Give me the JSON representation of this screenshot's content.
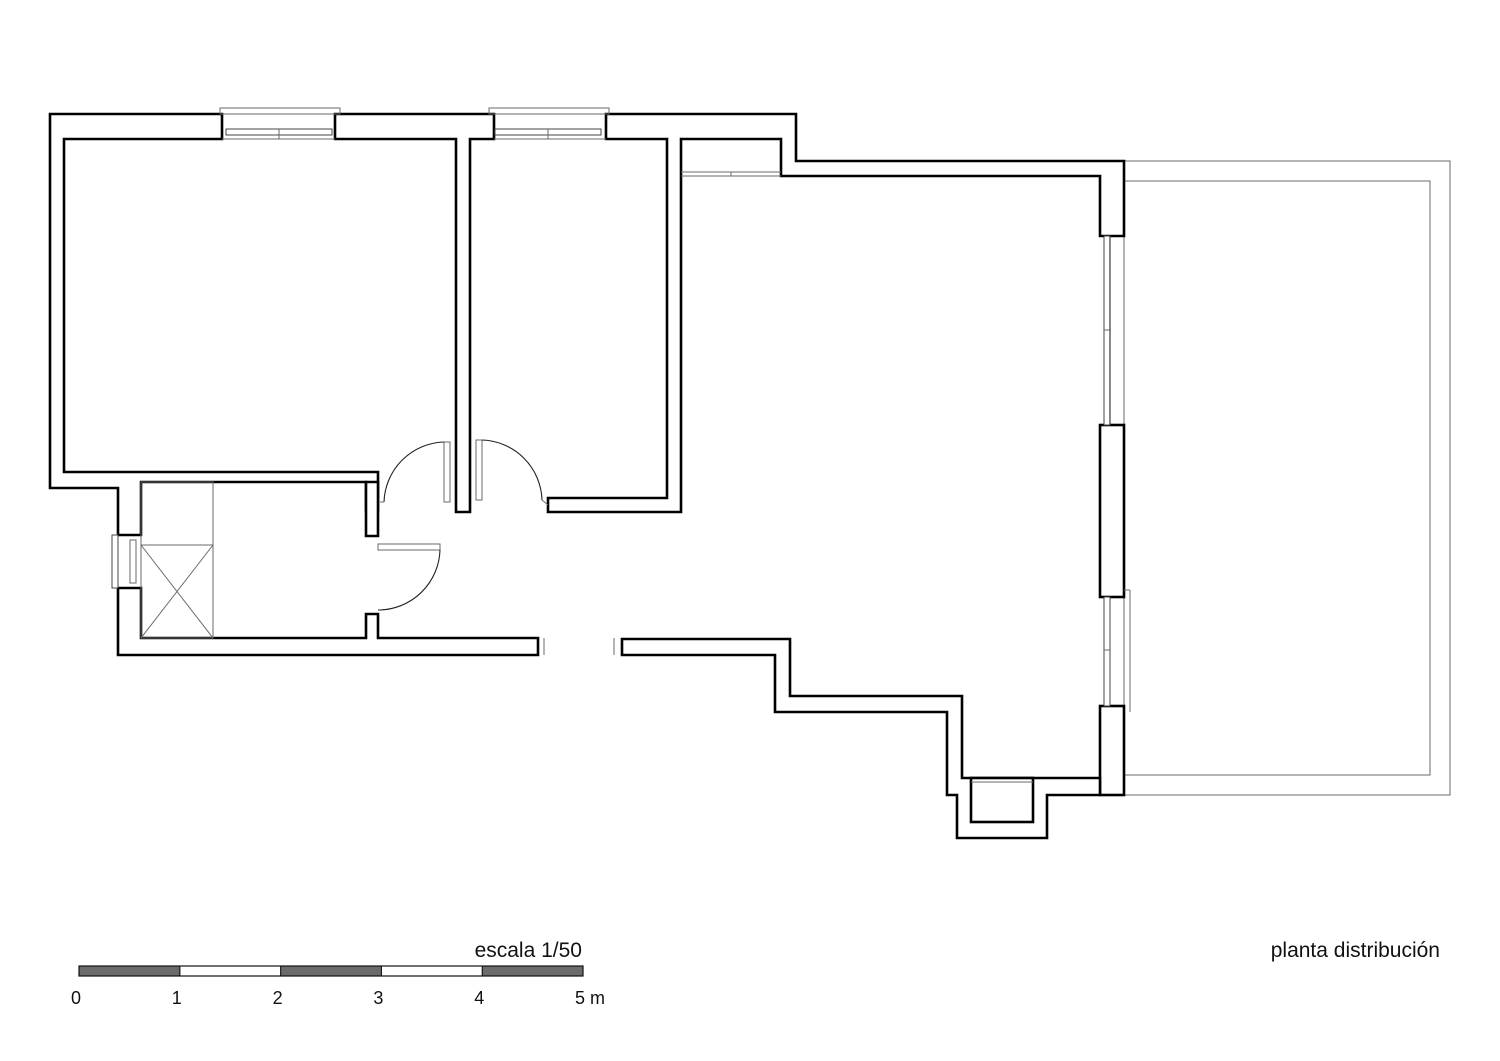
{
  "drawing_title": "planta distribución",
  "scale": {
    "label": "escala 1/50",
    "ticks": [
      "0",
      "1",
      "2",
      "3",
      "4",
      "5 m"
    ],
    "segment_colors": [
      "#6b6b6b",
      "#ffffff",
      "#6b6b6b",
      "#ffffff",
      "#6b6b6b"
    ]
  },
  "colors": {
    "wall_stroke": "#000000",
    "terrace_outline": "#6a6a6a"
  }
}
